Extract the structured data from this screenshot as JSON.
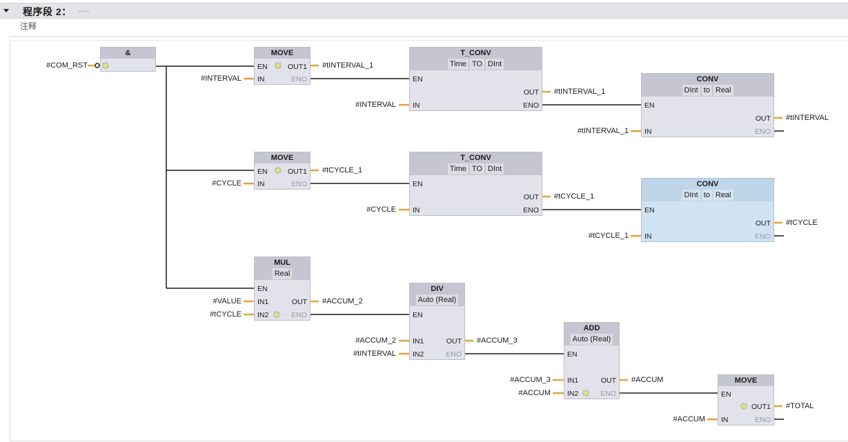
{
  "header": {
    "title": "程序段 2：",
    "dots": "....."
  },
  "comment": "注释",
  "blocks": {
    "and": {
      "title": "&"
    },
    "move1": {
      "title": "MOVE",
      "en": "EN",
      "out1": "OUT1",
      "in": "IN",
      "eno": "ENO"
    },
    "tconv1": {
      "title": "T_CONV",
      "from": "Time",
      "to": "TO",
      "dest": "DInt",
      "en": "EN",
      "in": "IN",
      "out": "OUT",
      "eno": "ENO"
    },
    "conv1": {
      "title": "CONV",
      "from": "DInt",
      "to": "to",
      "dest": "Real",
      "en": "EN",
      "in": "IN",
      "out": "OUT",
      "eno": "ENO"
    },
    "move2": {
      "title": "MOVE",
      "en": "EN",
      "out1": "OUT1",
      "in": "IN",
      "eno": "ENO"
    },
    "tconv2": {
      "title": "T_CONV",
      "from": "Time",
      "to": "TO",
      "dest": "DInt",
      "en": "EN",
      "in": "IN",
      "out": "OUT",
      "eno": "ENO"
    },
    "conv2": {
      "title": "CONV",
      "from": "DInt",
      "to": "to",
      "dest": "Real",
      "en": "EN",
      "in": "IN",
      "out": "OUT",
      "eno": "ENO"
    },
    "mul": {
      "title": "MUL",
      "type": "Real",
      "en": "EN",
      "in1": "IN1",
      "in2": "IN2",
      "out": "OUT",
      "eno": "ENO"
    },
    "div": {
      "title": "DIV",
      "type": "Auto (Real)",
      "en": "EN",
      "in1": "IN1",
      "in2": "IN2",
      "out": "OUT",
      "eno": "ENO"
    },
    "add": {
      "title": "ADD",
      "type": "Auto (Real)",
      "en": "EN",
      "in1": "IN1",
      "in2": "IN2",
      "out": "OUT",
      "eno": "ENO"
    },
    "move3": {
      "title": "MOVE",
      "en": "EN",
      "out1": "OUT1",
      "in": "IN",
      "eno": "ENO"
    }
  },
  "operands": {
    "com_rst": "#COM_RST",
    "interval": "#INTERVAL",
    "tinterval_1_a": "#tINTERVAL_1",
    "tinterval_1_b": "#tINTERVAL_1",
    "tinterval_1_c": "#tINTERVAL_1",
    "interval_2": "#INTERVAL",
    "tinterval": "#tINTERVAL",
    "cycle": "#CYCLE",
    "tcycle_1_a": "#tCYCLE_1",
    "cycle_2": "#CYCLE",
    "tcycle_1_b": "#tCYCLE_1",
    "tcycle_1_c": "#tCYCLE_1",
    "tcycle": "#tCYCLE",
    "value": "#VALUE",
    "tcycle_in": "#tCYCLE",
    "accum_2_out": "#ACCUM_2",
    "accum_2_in": "#ACCUM_2",
    "tinterval_in": "#tINTERVAL",
    "accum_3_out": "#ACCUM_3",
    "accum_3_in": "#ACCUM_3",
    "accum_in": "#ACCUM",
    "accum_out": "#ACCUM",
    "total": "#TOTAL",
    "accum_move_in": "#ACCUM"
  },
  "colors": {
    "wire": "#1a1a1a",
    "pin": "#f0a030",
    "block": "#e2e2ea",
    "selected": "#cfe3f2"
  }
}
